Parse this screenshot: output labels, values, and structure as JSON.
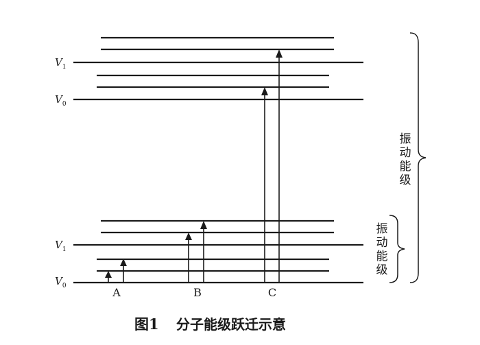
{
  "diagram": {
    "upper_group": {
      "v1_label": "V",
      "v1_sub": "1",
      "v0_label": "V",
      "v0_sub": "0"
    },
    "lower_group": {
      "v1_label": "V",
      "v1_sub": "1",
      "v0_label": "V",
      "v0_sub": "0"
    },
    "transitions": [
      "A",
      "B",
      "C"
    ],
    "brace_large_label": [
      "振",
      "动",
      "能",
      "级"
    ],
    "brace_small_label": [
      "振",
      "动",
      "能",
      "级"
    ]
  },
  "caption": {
    "figure_number": "图1",
    "title": "分子能级跃迁示意"
  },
  "colors": {
    "ink": "#1a1a1a",
    "background": "#ffffff"
  }
}
